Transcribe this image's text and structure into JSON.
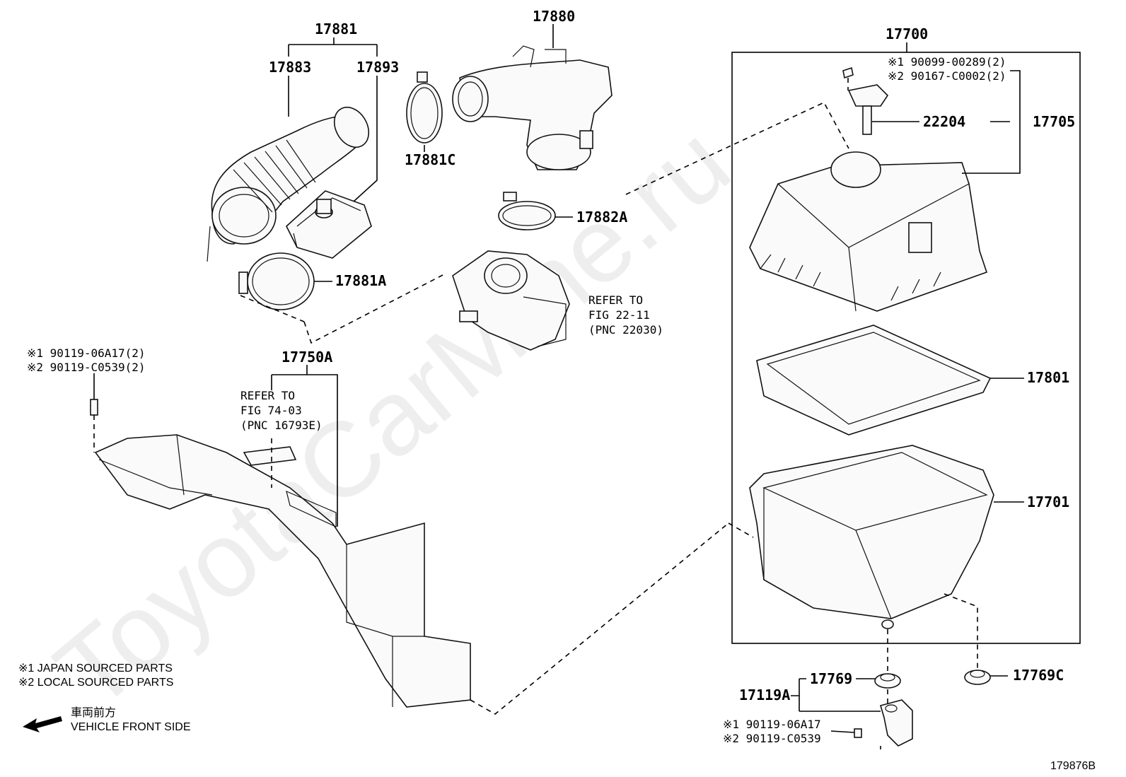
{
  "watermark": "ToyotaCarMine.ru",
  "labels": {
    "p17881": "17881",
    "p17883": "17883",
    "p17893": "17893",
    "p17880": "17880",
    "p17881C": "17881C",
    "p17882A": "17882A",
    "p17881A": "17881A",
    "p17700": "17700",
    "p22204": "22204",
    "p17705": "17705",
    "p17801": "17801",
    "p17701": "17701",
    "p17750A": "17750A",
    "p17769": "17769",
    "p17769C": "17769C",
    "p17119A": "17119A"
  },
  "bolts_17705": {
    "line1": "※1 90099-00289(2)",
    "line2": "※2 90167-C0002(2)"
  },
  "bolts_17750A": {
    "line1": "※1 90119-06A17(2)",
    "line2": "※2 90119-C0539(2)"
  },
  "bolts_17119A": {
    "line1": "※1 90119-06A17",
    "line2": "※2 90119-C0539"
  },
  "refer_throttle": {
    "line1": "REFER TO",
    "line2": "FIG 22-11",
    "line3": "(PNC 22030)"
  },
  "refer_duct": {
    "line1": "REFER TO",
    "line2": "FIG 74-03",
    "line3": "(PNC 16793E)"
  },
  "legend": {
    "japan": "※1  JAPAN SOURCED PARTS",
    "local": "※2  LOCAL SOURCED PARTS"
  },
  "front": {
    "japanese": "車両前方",
    "english": "VEHICLE FRONT SIDE"
  },
  "figure_id": "179876B"
}
